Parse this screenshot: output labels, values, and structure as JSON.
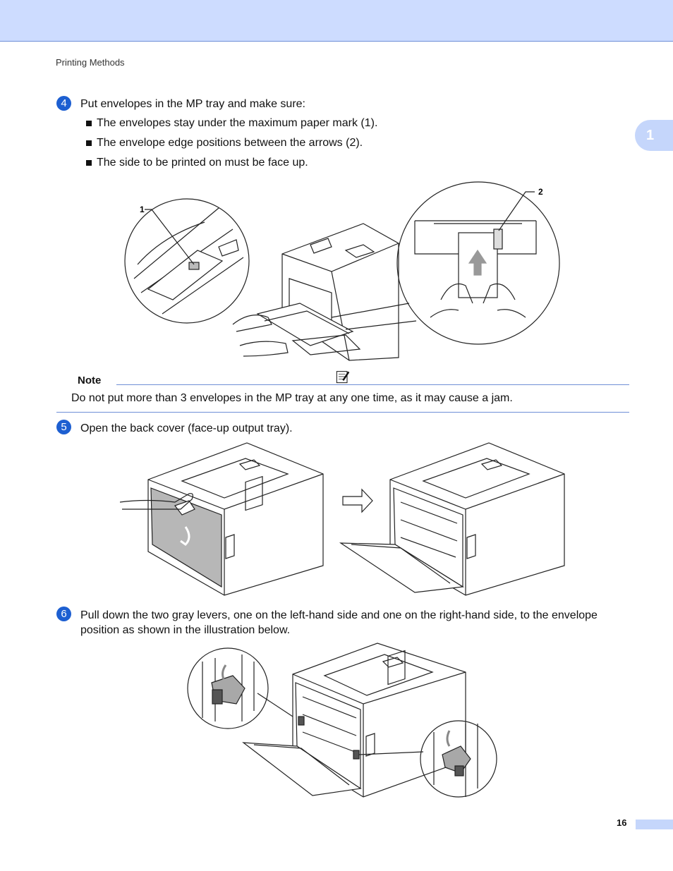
{
  "header": {
    "running_head": "Printing Methods"
  },
  "chapter_tab": {
    "label": "1"
  },
  "steps": [
    {
      "number": "4",
      "text": "Put envelopes in the MP tray and make sure:",
      "bullets": [
        "The envelopes stay under the maximum paper mark (1).",
        "The envelope edge positions between the arrows (2).",
        "The side to be printed on must be face up."
      ],
      "callouts": [
        "1",
        "2"
      ]
    },
    {
      "number": "5",
      "text": "Open the back cover (face-up output tray)."
    },
    {
      "number": "6",
      "text_line1": "Pull down the two gray levers, one on the left-hand side and one on the right-hand side, to the envelope",
      "text_line2": "position as shown in the illustration below."
    }
  ],
  "note": {
    "label": "Note",
    "text": "Do not put more than 3 envelopes in the MP tray at any one time, as it may cause a jam."
  },
  "footer": {
    "page_number": "16"
  },
  "colors": {
    "accent": "#1d5fd1",
    "band": "#cddcff",
    "rule": "#6f8fd6",
    "tab": "#c5d6fb"
  }
}
